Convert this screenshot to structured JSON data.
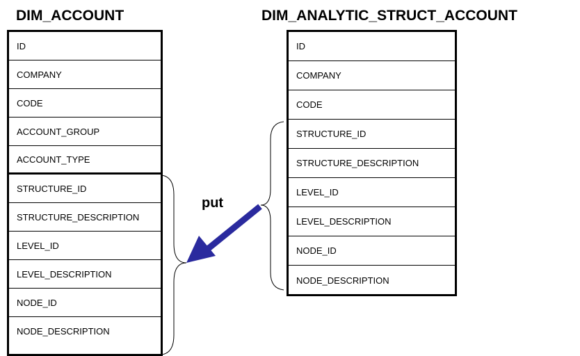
{
  "left_table": {
    "title": "DIM_ACCOUNT",
    "rows": [
      "ID",
      "COMPANY",
      "CODE",
      "ACCOUNT_GROUP",
      "ACCOUNT_TYPE",
      "STRUCTURE_ID",
      "STRUCTURE_DESCRIPTION",
      "LEVEL_ID",
      "LEVEL_DESCRIPTION",
      "NODE_ID",
      "NODE_DESCRIPTION"
    ]
  },
  "right_table": {
    "title": "DIM_ANALYTIC_STRUCT_ACCOUNT",
    "rows": [
      "ID",
      "COMPANY",
      "CODE",
      "STRUCTURE_ID",
      "STRUCTURE_DESCRIPTION",
      "LEVEL_ID",
      "LEVEL_DESCRIPTION",
      "NODE_ID",
      "NODE_DESCRIPTION"
    ]
  },
  "arrow": {
    "label": "put",
    "color": "#2a2a9e"
  }
}
